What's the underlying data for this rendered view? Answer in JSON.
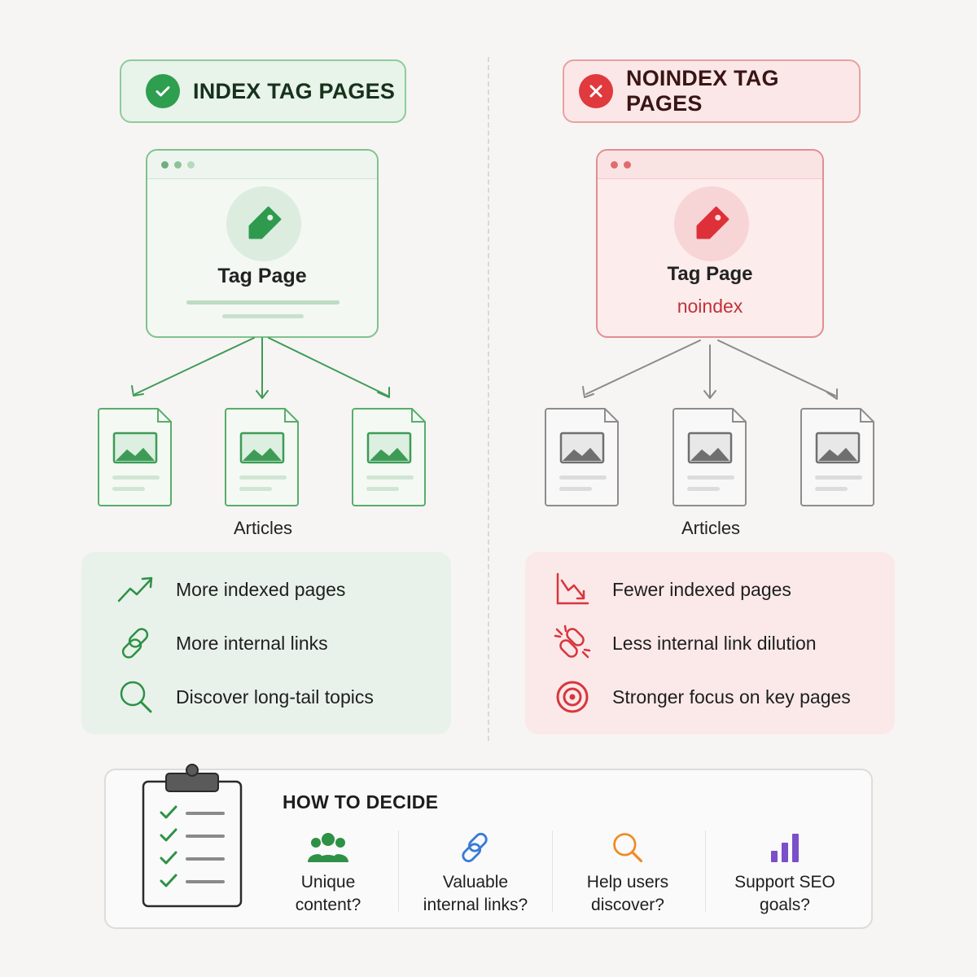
{
  "index_side": {
    "header": "INDEX TAG PAGES",
    "header_icon": "check-circle-icon",
    "card_title": "Tag Page",
    "articles_label": "Articles",
    "benefits": [
      {
        "icon": "trending-up-icon",
        "text": "More indexed pages"
      },
      {
        "icon": "link-icon",
        "text": "More internal links"
      },
      {
        "icon": "search-icon",
        "text": "Discover long-tail topics"
      }
    ],
    "accent": "#2e9e4f"
  },
  "noindex_side": {
    "header": "NOINDEX TAG PAGES",
    "header_icon": "x-circle-icon",
    "card_title": "Tag Page",
    "card_subtitle": "noindex",
    "articles_label": "Articles",
    "benefits": [
      {
        "icon": "trending-down-chart-icon",
        "text": "Fewer indexed pages"
      },
      {
        "icon": "broken-link-icon",
        "text": "Less internal link dilution"
      },
      {
        "icon": "target-icon",
        "text": "Stronger focus on key pages"
      }
    ],
    "accent": "#e0393e"
  },
  "decide": {
    "title": "HOW TO DECIDE",
    "icon": "checklist-clipboard-icon",
    "criteria": [
      {
        "icon": "users-icon",
        "line1": "Unique",
        "line2": "content?",
        "color": "#2e9e4f"
      },
      {
        "icon": "link-icon",
        "line1": "Valuable",
        "line2": "internal links?",
        "color": "#3a7bd5"
      },
      {
        "icon": "search-icon",
        "line1": "Help users",
        "line2": "discover?",
        "color": "#f08a24"
      },
      {
        "icon": "bar-chart-icon",
        "line1": "Support SEO",
        "line2": "goals?",
        "color": "#7b4fc9"
      }
    ]
  }
}
